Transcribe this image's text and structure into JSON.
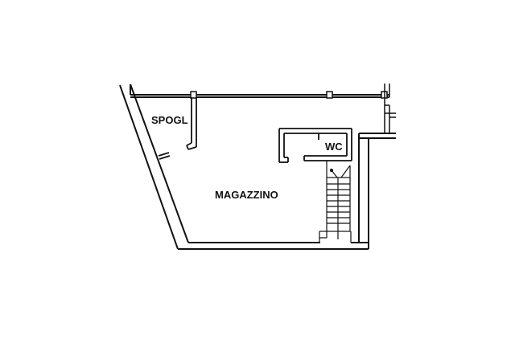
{
  "floor_plan": {
    "rooms": {
      "spogl": "SPOGL",
      "magazzino": "MAGAZZINO",
      "wc": "WC"
    },
    "colors": {
      "wall": "#111111",
      "fill": "#f7f7f7",
      "background": "#ffffff"
    }
  }
}
